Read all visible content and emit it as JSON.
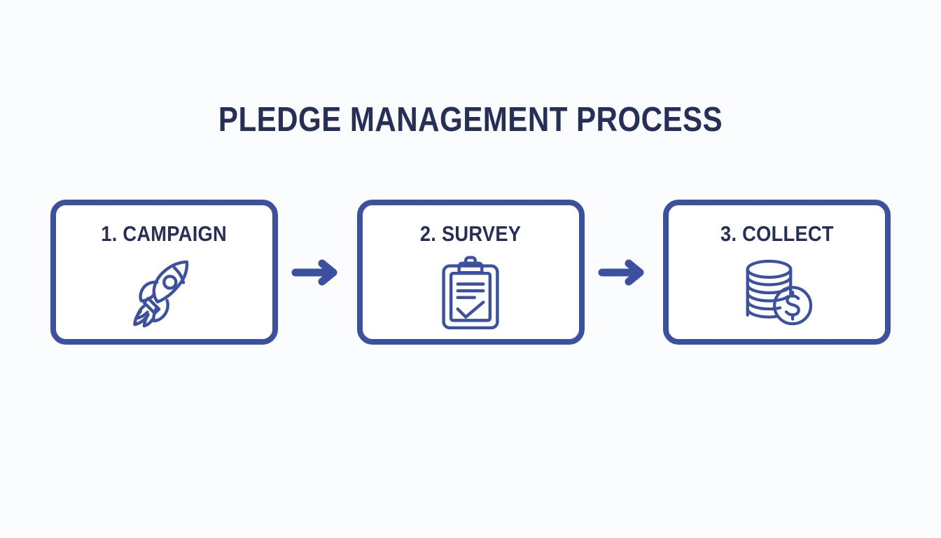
{
  "diagram": {
    "title": "PLEDGE MANAGEMENT PROCESS",
    "type": "horizontal-process-flow",
    "colors": {
      "background": "#fafcfd",
      "accent_blue": "#3b51a0",
      "text_navy": "#262f57",
      "card_fill": "#ffffff"
    },
    "steps": [
      {
        "label": "1. CAMPAIGN",
        "number": "1",
        "name": "CAMPAIGN",
        "icon": "rocket-icon"
      },
      {
        "label": "2. SURVEY",
        "number": "2",
        "name": "SURVEY",
        "icon": "clipboard-checklist-icon"
      },
      {
        "label": "3. COLLECT",
        "number": "3",
        "name": "COLLECT",
        "icon": "coin-stack-dollar-icon"
      }
    ],
    "connectors": [
      {
        "icon": "arrow-right-icon",
        "from": "1. CAMPAIGN",
        "to": "2. SURVEY"
      },
      {
        "icon": "arrow-right-icon",
        "from": "2. SURVEY",
        "to": "3. COLLECT"
      }
    ]
  }
}
